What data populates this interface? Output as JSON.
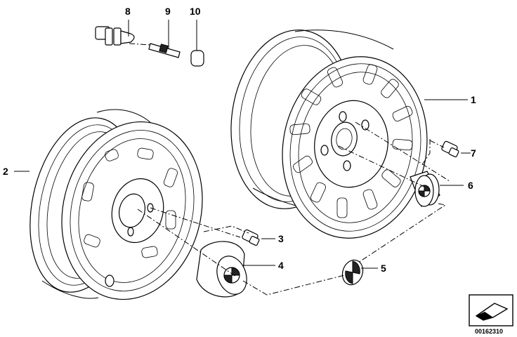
{
  "callouts": {
    "c1": "1",
    "c2": "2",
    "c3": "3",
    "c4": "4",
    "c5": "5",
    "c6": "6",
    "c7": "7",
    "c8": "8",
    "c9": "9",
    "c10": "10"
  },
  "footer": {
    "doc_number": "00162310"
  },
  "icons": {
    "nav": "arrow-icon"
  }
}
